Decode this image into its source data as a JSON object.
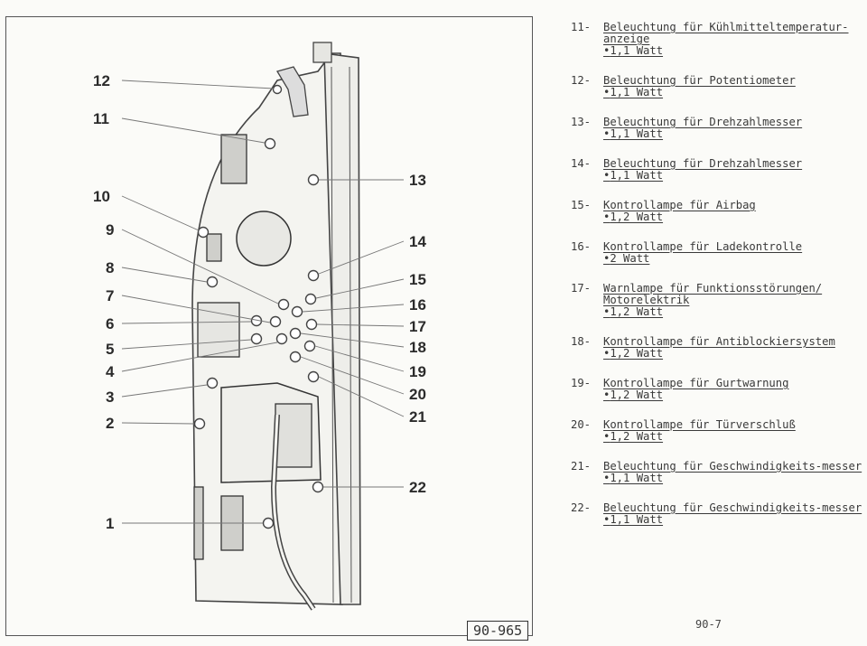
{
  "figure": {
    "id": "90-965",
    "callouts": [
      "1",
      "2",
      "3",
      "4",
      "5",
      "6",
      "7",
      "8",
      "9",
      "10",
      "11",
      "12",
      "13",
      "14",
      "15",
      "16",
      "17",
      "18",
      "19",
      "20",
      "21",
      "22"
    ]
  },
  "legend": [
    {
      "no": "11-",
      "title": "Beleuchtung für Kühlmitteltemperatur-anzeige",
      "watt": "1,1 Watt"
    },
    {
      "no": "12-",
      "title": "Beleuchtung für Potentiometer",
      "watt": "1,1 Watt"
    },
    {
      "no": "13-",
      "title": "Beleuchtung für Drehzahlmesser",
      "watt": "1,1 Watt"
    },
    {
      "no": "14-",
      "title": "Beleuchtung für Drehzahlmesser",
      "watt": "1,1 Watt"
    },
    {
      "no": "15-",
      "title": "Kontrollampe für Airbag",
      "watt": "1,2 Watt"
    },
    {
      "no": "16-",
      "title": "Kontrollampe für Ladekontrolle",
      "watt": "2 Watt"
    },
    {
      "no": "17-",
      "title": "Warnlampe für Funktionsstörungen/ Motorelektrik",
      "watt": "1,2 Watt"
    },
    {
      "no": "18-",
      "title": "Kontrollampe für Antiblockiersystem",
      "watt": "1,2 Watt"
    },
    {
      "no": "19-",
      "title": "Kontrollampe für Gurtwarnung",
      "watt": "1,2 Watt"
    },
    {
      "no": "20-",
      "title": "Kontrollampe für Türverschluß",
      "watt": "1,2 Watt"
    },
    {
      "no": "21-",
      "title": "Beleuchtung für Geschwindigkeits-messer",
      "watt": "1,1 Watt"
    },
    {
      "no": "22-",
      "title": "Beleuchtung für Geschwindigkeits-messer",
      "watt": "1,1 Watt"
    }
  ],
  "page_number": "90-7"
}
